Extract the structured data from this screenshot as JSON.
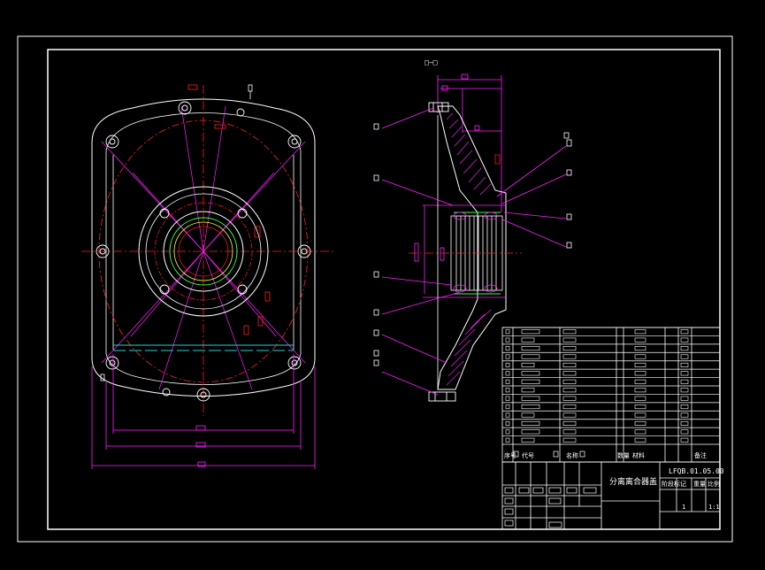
{
  "drawing": {
    "section_label": "□—□",
    "drawing_number": "LFQB.01.05.00",
    "drawing_name": "分离离合器盖",
    "colors": {
      "background": "#000000",
      "outline": "#ffffff",
      "centerline": "#ff2020",
      "dimension": "#ff20ff",
      "hatch": "#ff20ff",
      "hidden": "#20d0d0",
      "thread": "#40ff40",
      "accent": "#ffff40"
    },
    "callouts_side_view": [
      "□",
      "□",
      "□",
      "□",
      "□",
      "□",
      "□",
      "□",
      "□",
      "□",
      "□",
      "□"
    ],
    "title_block": {
      "header_cells": [
        "序号",
        "代号",
        "名称",
        "数量",
        "材料",
        "备注"
      ],
      "stage_labels": [
        "阶段标记",
        "重量",
        "比例"
      ],
      "stage_values": [
        "",
        "1",
        "1:1"
      ]
    }
  }
}
